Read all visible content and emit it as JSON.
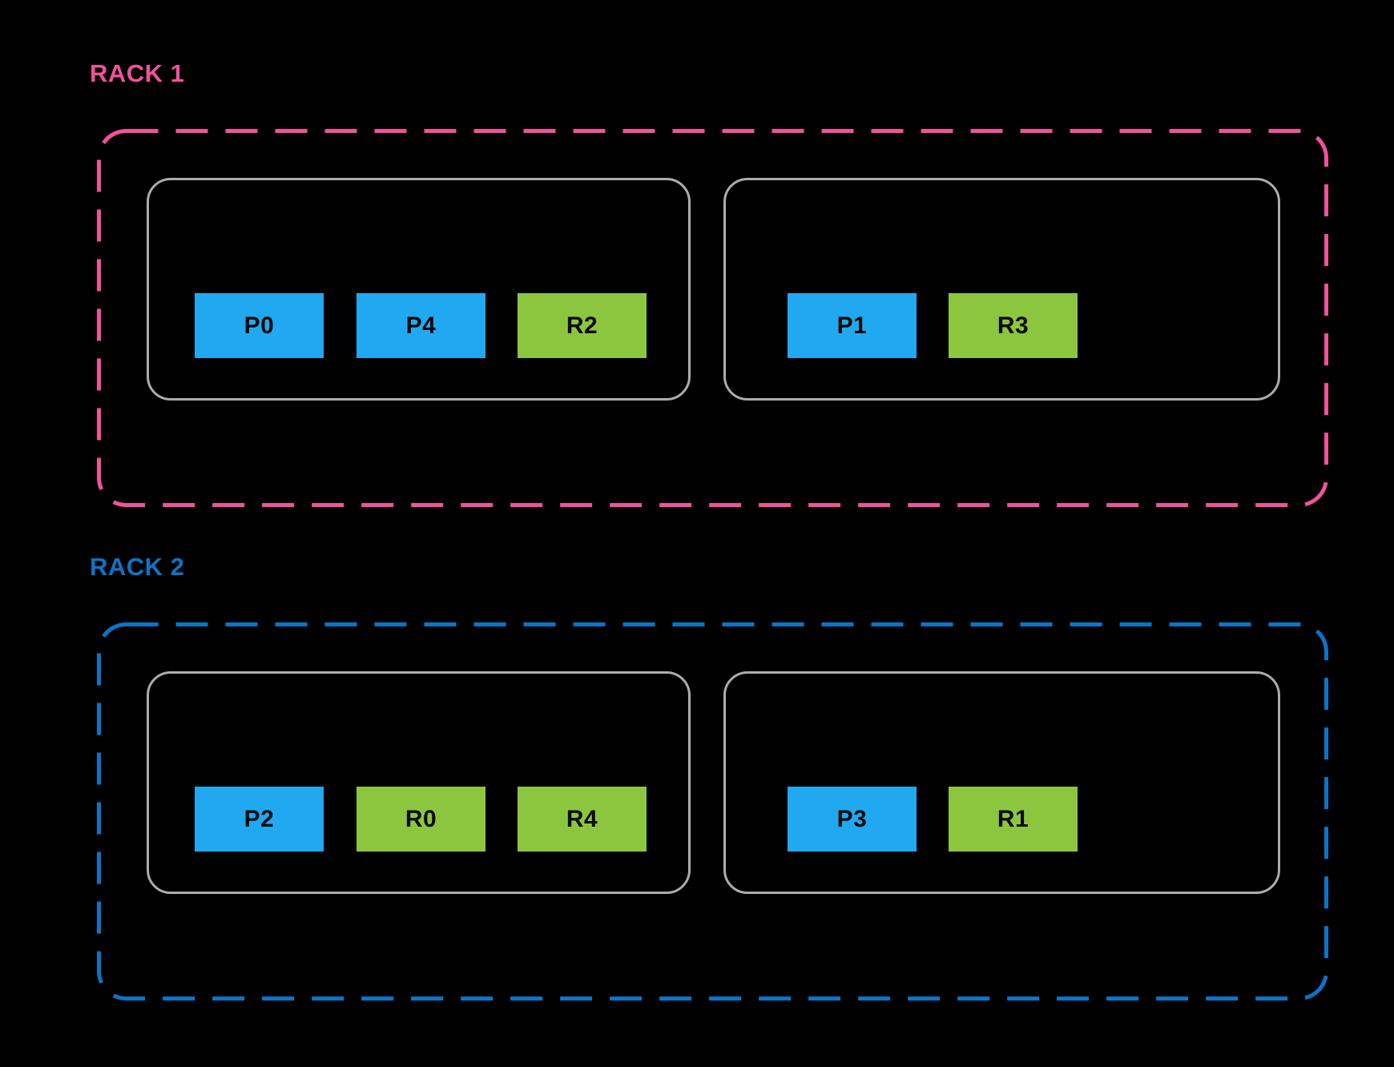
{
  "diagram": {
    "racks": [
      {
        "label": "RACK 1",
        "nodes": [
          {
            "blocks": [
              {
                "label": "P0",
                "kind": "primary"
              },
              {
                "label": "P4",
                "kind": "primary"
              },
              {
                "label": "R2",
                "kind": "replica"
              }
            ]
          },
          {
            "blocks": [
              {
                "label": "P1",
                "kind": "primary"
              },
              {
                "label": "R3",
                "kind": "replica"
              }
            ]
          }
        ]
      },
      {
        "label": "RACK 2",
        "nodes": [
          {
            "blocks": [
              {
                "label": "P2",
                "kind": "primary"
              },
              {
                "label": "R0",
                "kind": "replica"
              },
              {
                "label": "R4",
                "kind": "replica"
              }
            ]
          },
          {
            "blocks": [
              {
                "label": "P3",
                "kind": "primary"
              },
              {
                "label": "R1",
                "kind": "replica"
              }
            ]
          }
        ]
      }
    ],
    "colors": {
      "background": "#000000",
      "rack1_accent": "#F0529B",
      "rack2_accent": "#0C74C8",
      "primary_block": "#20A9F1",
      "replica_block": "#8CC63F",
      "node_border": "#ACACAC",
      "block_text": "#0A0A0A"
    }
  }
}
